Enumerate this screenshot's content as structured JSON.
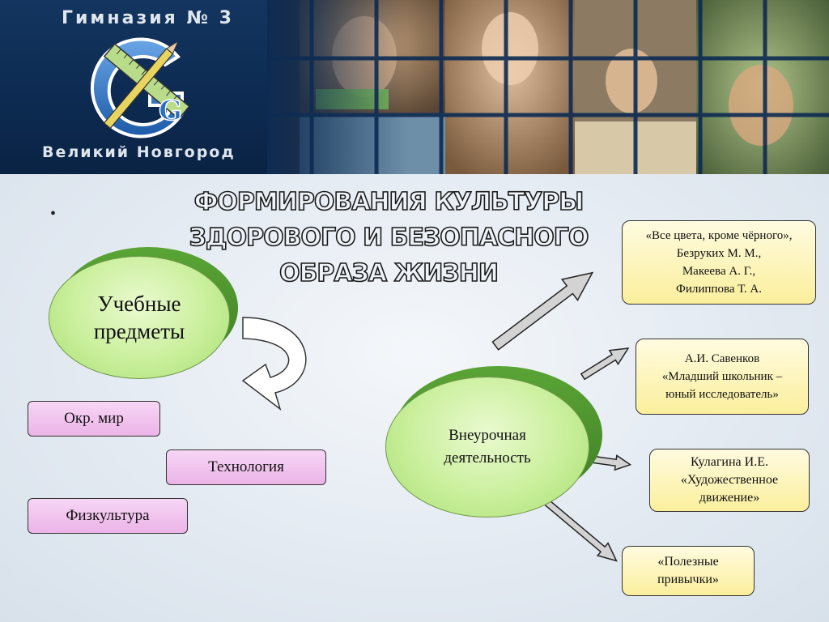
{
  "header": {
    "school_name": "Гимназия № 3",
    "city": "Великий Новгород",
    "logo_letter": "G"
  },
  "slide": {
    "bullet": "•",
    "title_line1": "ФОРМИРОВАНИЯ КУЛЬТУРЫ",
    "title_line2": "ЗДОРОВОГО И БЕЗОПАСНОГО",
    "title_line3": "ОБРАЗА ЖИЗНИ"
  },
  "left": {
    "oval_line1": "Учебные",
    "oval_line2": "предметы",
    "subjects": [
      "Окр. мир",
      "Технология",
      "Физкультура"
    ]
  },
  "right": {
    "oval_line1": "Внеурочная",
    "oval_line2": "деятельность",
    "programs": [
      {
        "lines": [
          "«Все цвета, кроме чёрного»,",
          "Безруких М. М.,",
          "Макеева А. Г.,",
          "Филиппова Т. А."
        ]
      },
      {
        "lines": [
          "А.И. Савенков",
          "«Младший школьник –",
          "юный исследователь»"
        ]
      },
      {
        "lines": [
          "Кулагина И.Е.",
          "«Художественное",
          "движение»"
        ]
      },
      {
        "lines": [
          "«Полезные",
          "привычки»"
        ]
      }
    ]
  },
  "colors": {
    "header_bg": "#0d2b52",
    "oval_fill": "#c9ef9b",
    "pink_box": "#ecb4e8",
    "yellow_box": "#fbef9c"
  }
}
